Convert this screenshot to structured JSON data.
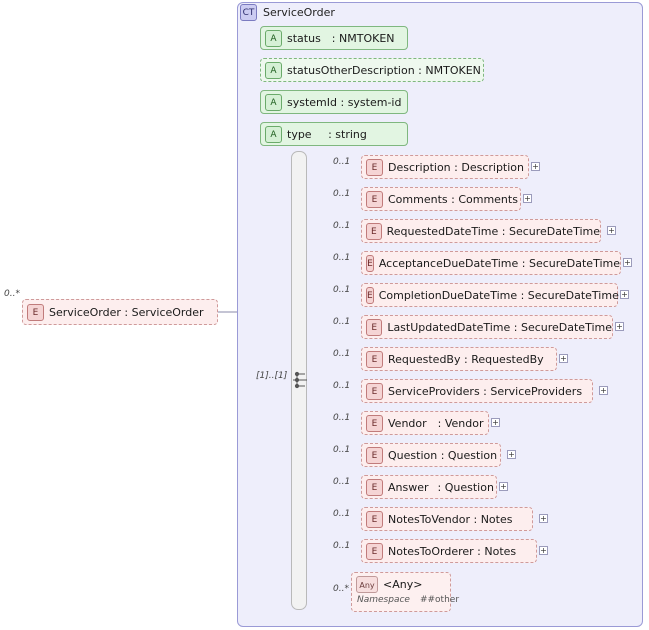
{
  "diagram": {
    "type": "xsd-schema-tree",
    "root": {
      "badge": "E",
      "label": "ServiceOrder : ServiceOrder",
      "occurrence": "0..*"
    },
    "container": {
      "badge": "CT",
      "title": "ServiceOrder"
    },
    "sequence": {
      "occurrence": "[1]..[1]",
      "icon": "sequence-compositor-icon"
    },
    "attributes": [
      {
        "badge": "A",
        "label": "status : NMTOKEN",
        "dashed": false,
        "stacked": false
      },
      {
        "badge": "A",
        "label": "statusOtherDescription : NMTOKEN",
        "dashed": true,
        "stacked": true
      },
      {
        "badge": "A",
        "label": "systemId : system-id",
        "dashed": false,
        "stacked": false
      },
      {
        "badge": "A",
        "label": "type  : string",
        "dashed": false,
        "stacked": false
      }
    ],
    "elements": [
      {
        "badge": "E",
        "label": "Description : Description",
        "occurrence": "0..1",
        "plus": true,
        "stacked": false
      },
      {
        "badge": "E",
        "label": "Comments : Comments",
        "occurrence": "0..1",
        "plus": true,
        "stacked": false
      },
      {
        "badge": "E",
        "label": "RequestedDateTime : SecureDateTime",
        "occurrence": "0..1",
        "plus": true,
        "stacked": true
      },
      {
        "badge": "E",
        "label": "AcceptanceDueDateTime : SecureDateTime",
        "occurrence": "0..1",
        "plus": true,
        "stacked": false
      },
      {
        "badge": "E",
        "label": "CompletionDueDateTime : SecureDateTime",
        "occurrence": "0..1",
        "plus": true,
        "stacked": false
      },
      {
        "badge": "E",
        "label": "LastUpdatedDateTime : SecureDateTime",
        "occurrence": "0..1",
        "plus": true,
        "stacked": false
      },
      {
        "badge": "E",
        "label": "RequestedBy : RequestedBy",
        "occurrence": "0..1",
        "plus": true,
        "stacked": false
      },
      {
        "badge": "E",
        "label": "ServiceProviders : ServiceProviders",
        "occurrence": "0..1",
        "plus": true,
        "stacked": true
      },
      {
        "badge": "E",
        "label": "Vendor : Vendor",
        "occurrence": "0..1",
        "plus": true,
        "stacked": false
      },
      {
        "badge": "E",
        "label": "Question : Question",
        "occurrence": "0..1",
        "plus": true,
        "stacked": true
      },
      {
        "badge": "E",
        "label": "Answer  : Question",
        "occurrence": "0..1",
        "plus": true,
        "stacked": false
      },
      {
        "badge": "E",
        "label": "NotesToVendor : Notes",
        "occurrence": "0..1",
        "plus": true,
        "stacked": true
      },
      {
        "badge": "E",
        "label": "NotesToOrderer : Notes",
        "occurrence": "0..1",
        "plus": true,
        "stacked": false
      }
    ],
    "any": {
      "badge": "Any",
      "label": "<Any>",
      "occurrence": "0..*",
      "namespace_label": "Namespace",
      "namespace_value": "##other"
    },
    "colors": {
      "panel_bg": "#eeeefb",
      "panel_border": "#9a9ad6",
      "attribute_bg": "#e2f5e2",
      "attribute_border": "#7fb77f",
      "element_bg": "#fbe4e4",
      "element_border": "#cf9a9a",
      "ct_badge_bg": "#ccccf2",
      "line": "#8a8aa8"
    }
  }
}
